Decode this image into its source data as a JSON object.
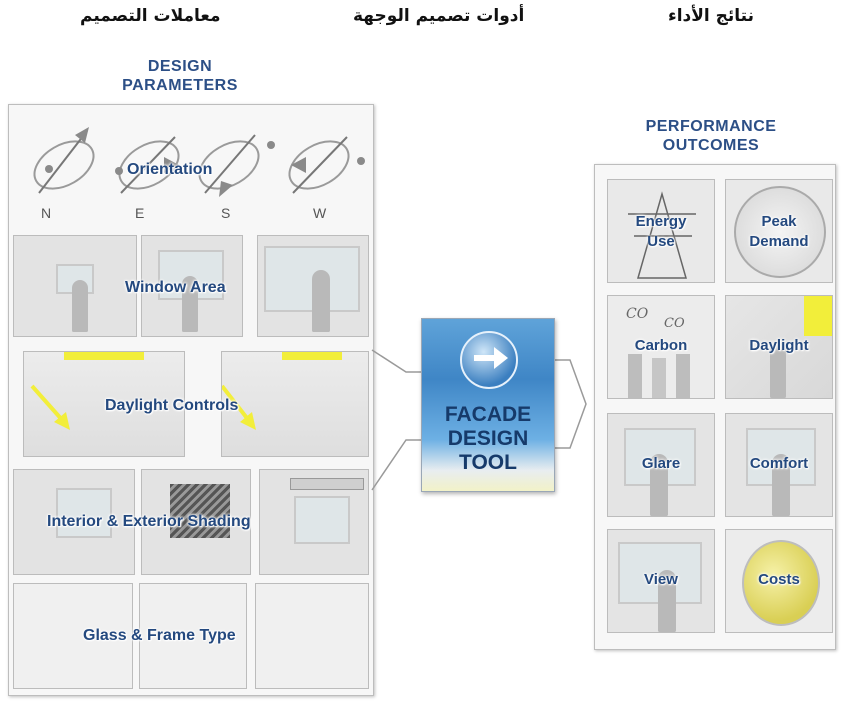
{
  "headers": {
    "left": "معاملات التصميم",
    "middle": "أدوات تصميم الوجهة",
    "right": "نتائج الأداء"
  },
  "design_parameters": {
    "title_line1": "DESIGN",
    "title_line2": "PARAMETERS",
    "orientation": {
      "label": "Orientation",
      "directions": [
        "N",
        "E",
        "S",
        "W"
      ]
    },
    "window_area": "Window Area",
    "daylight_controls": "Daylight Controls",
    "shading": "Interior & Exterior Shading",
    "glass_frame": "Glass & Frame Type"
  },
  "tool": {
    "line1": "FACADE",
    "line2": "DESIGN",
    "line3": "TOOL"
  },
  "performance_outcomes": {
    "title_line1": "PERFORMANCE",
    "title_line2": "OUTCOMES",
    "tiles": [
      {
        "line1": "Energy",
        "line2": "Use"
      },
      {
        "line1": "Peak",
        "line2": "Demand"
      },
      {
        "line1": "Carbon",
        "line2": ""
      },
      {
        "line1": "Daylight",
        "line2": ""
      },
      {
        "line1": "Glare",
        "line2": ""
      },
      {
        "line1": "Comfort",
        "line2": ""
      },
      {
        "line1": "View",
        "line2": ""
      },
      {
        "line1": "Costs",
        "line2": ""
      }
    ],
    "carbon_marks": [
      "CO",
      "CO"
    ]
  },
  "colors": {
    "label_blue": "#24497f",
    "title_blue": "#2c4f86",
    "tool_blue": "#3f86c6",
    "highlight_yellow": "#f2ee3a"
  }
}
